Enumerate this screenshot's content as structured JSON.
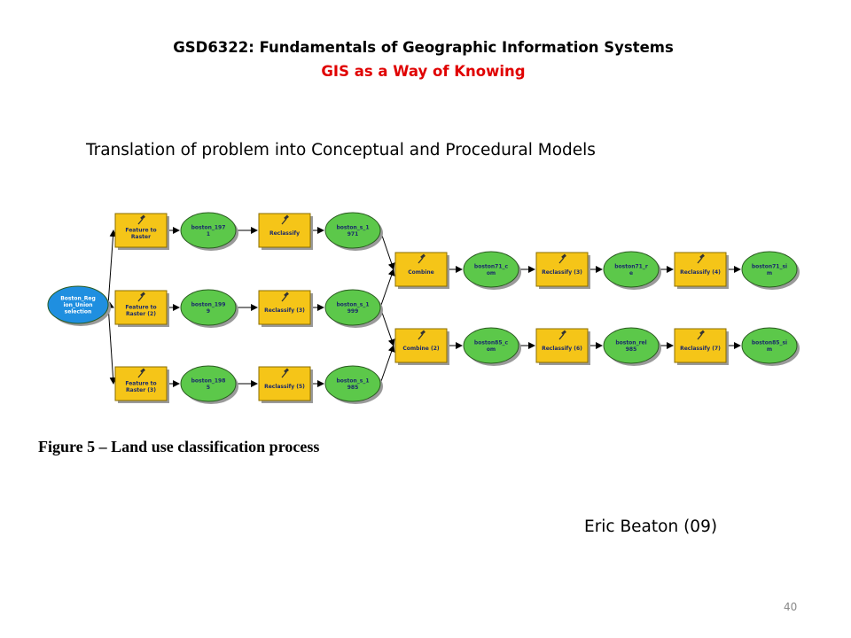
{
  "slide": {
    "course_title": "GSD6322: Fundamentals of Geographic Information Systems",
    "lecture_title": "GIS as a Way of Knowing",
    "subtitle": "Translation of problem into Conceptual and Procedural Models",
    "caption": "Figure 5 – Land use classification process",
    "author": "Eric Beaton (09)",
    "page_number": "40"
  },
  "colors": {
    "tool_fill": "#f5c518",
    "data_fill": "#5cc84a",
    "input_fill": "#1f8fe0",
    "title_accent": "#e00000"
  },
  "diagram": {
    "input": {
      "lines": [
        "Boston_Reg",
        "ion_Union",
        "selection"
      ]
    },
    "nodes": {
      "ftr1": {
        "type": "tool",
        "lines": [
          "Feature to",
          "Raster"
        ]
      },
      "ftr2": {
        "type": "tool",
        "lines": [
          "Feature to",
          "Raster (2)"
        ]
      },
      "ftr3": {
        "type": "tool",
        "lines": [
          "Feature to",
          "Raster (3)"
        ]
      },
      "b1971": {
        "type": "data",
        "lines": [
          "boston_197",
          "1"
        ]
      },
      "b1999": {
        "type": "data",
        "lines": [
          "boston_199",
          "9"
        ]
      },
      "b1985": {
        "type": "data",
        "lines": [
          "boston_198",
          "5"
        ]
      },
      "rc1": {
        "type": "tool",
        "lines": [
          "Reclassify"
        ]
      },
      "rc3": {
        "type": "tool",
        "lines": [
          "Reclassify (3)"
        ]
      },
      "rc5": {
        "type": "tool",
        "lines": [
          "Reclassify (5)"
        ]
      },
      "bs1971": {
        "type": "data",
        "lines": [
          "boston_s_1",
          "971"
        ]
      },
      "bs1999": {
        "type": "data",
        "lines": [
          "boston_s_1",
          "999"
        ]
      },
      "bs1985": {
        "type": "data",
        "lines": [
          "boston_s_1",
          "985"
        ]
      },
      "comb1": {
        "type": "tool",
        "lines": [
          "Combine"
        ]
      },
      "comb2": {
        "type": "tool",
        "lines": [
          "Combine (2)"
        ]
      },
      "b71com": {
        "type": "data",
        "lines": [
          "boston71_c",
          "om"
        ]
      },
      "b85com": {
        "type": "data",
        "lines": [
          "boston85_c",
          "om"
        ]
      },
      "rc3b": {
        "type": "tool",
        "lines": [
          "Reclassify (3)"
        ]
      },
      "rc6": {
        "type": "tool",
        "lines": [
          "Reclassify (6)"
        ]
      },
      "b71re": {
        "type": "data",
        "lines": [
          "boston71_r",
          "e"
        ]
      },
      "bre185": {
        "type": "data",
        "lines": [
          "boston_rel",
          "985"
        ]
      },
      "rc4": {
        "type": "tool",
        "lines": [
          "Reclassify (4)"
        ]
      },
      "rc7": {
        "type": "tool",
        "lines": [
          "Reclassify (7)"
        ]
      },
      "b71sim": {
        "type": "data",
        "lines": [
          "boston71_si",
          "m"
        ]
      },
      "b85sim": {
        "type": "data",
        "lines": [
          "boston85_si",
          "m"
        ]
      }
    }
  }
}
